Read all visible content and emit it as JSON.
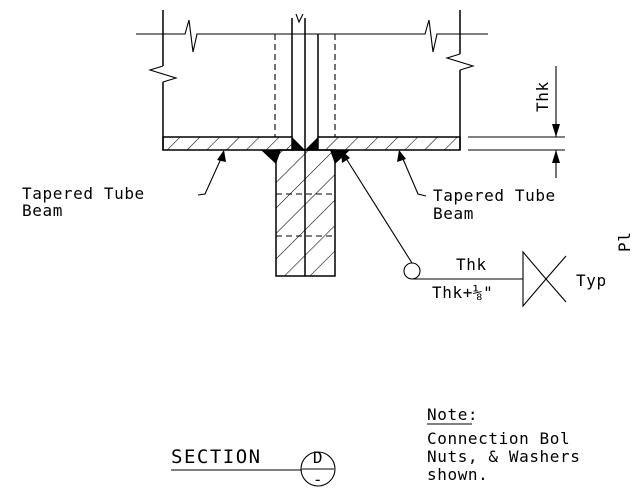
{
  "labels": {
    "thk_vertical": "Thk",
    "tube_left_line1": "Tapered Tube",
    "tube_left_line2": "Beam",
    "tube_right_line1": "Tapered Tube",
    "tube_right_line2": "Beam",
    "weld_top": "Thk",
    "weld_bottom": "Thk+⅛\"",
    "weld_tail": "Typ",
    "edge_text": "Pl"
  },
  "section": {
    "word": "SECTION",
    "letter": "D",
    "sheet": "-"
  },
  "note": {
    "heading": "Note:",
    "line1": "Connection Bol",
    "line2": "Nuts, & Washers",
    "line3": "shown."
  }
}
